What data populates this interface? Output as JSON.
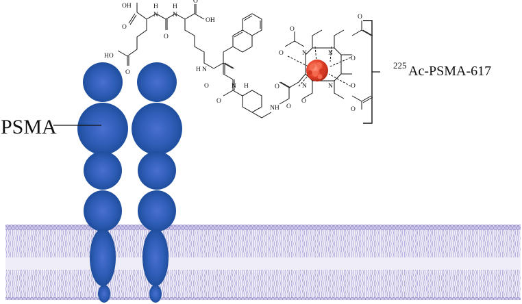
{
  "labels": {
    "protein": "PSMA",
    "compound_isotope": "225",
    "compound_name": "Ac-PSMA-617"
  },
  "structure_labels": {
    "oh1": "OH",
    "o1": "O",
    "h1": "H",
    "h2": "H",
    "n1": "N",
    "n2": "N",
    "o2": "O",
    "o3": "O",
    "oh2": "OH",
    "o4": "O",
    "ho": "HO",
    "o5": "O",
    "hn": "H",
    "nlink": "N",
    "o6": "O",
    "nh": "N",
    "hh": "H",
    "o7": "O",
    "nh2": "NH",
    "o8": "O",
    "oneg1": "O",
    "n3": "N",
    "n4": "N",
    "o9": "O",
    "oneg2": "O",
    "n5": "N",
    "n6": "N",
    "oneg3": "O",
    "o10": "O",
    "oneg4": "O",
    "o11": "O"
  },
  "colors": {
    "membrane_fill": "#c8c3e6",
    "membrane_lines": "#7c72b8",
    "protein_dark": "#1f4e9e",
    "protein_light": "#4a7fd0",
    "actinium": "#e8432a"
  }
}
